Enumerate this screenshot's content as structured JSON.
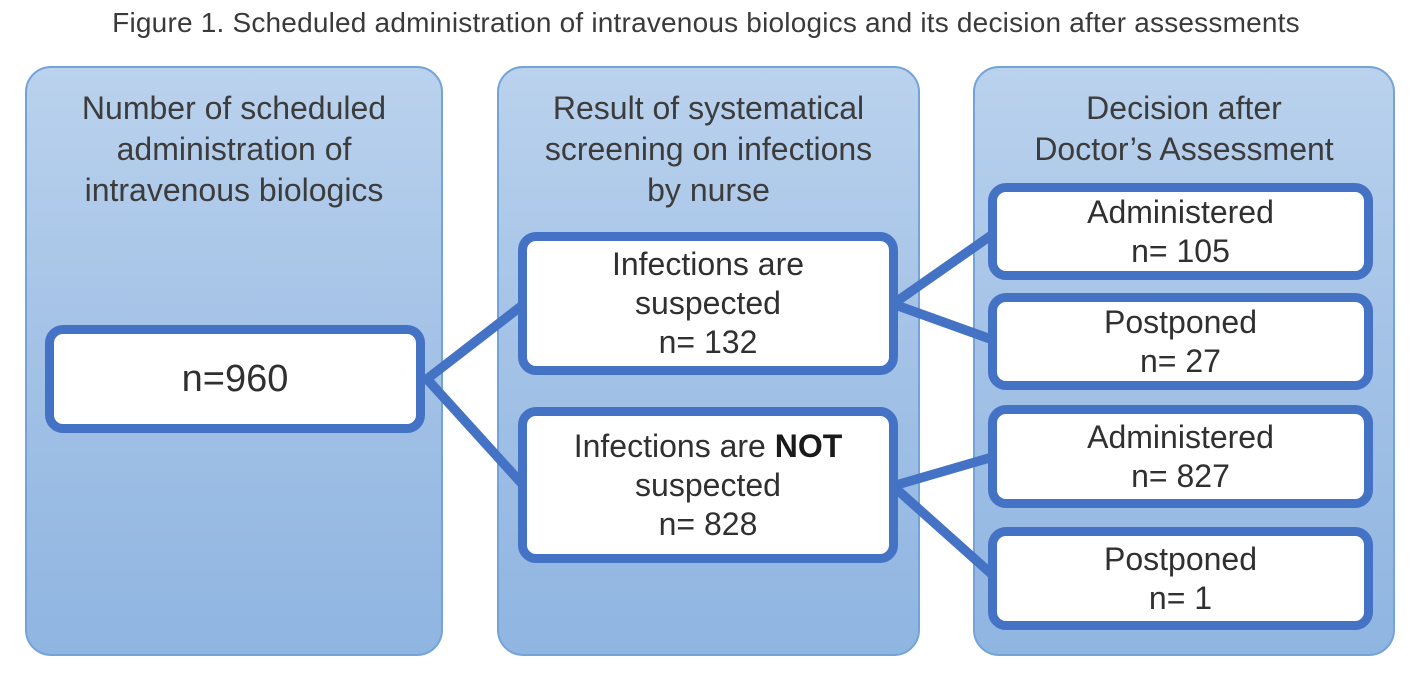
{
  "caption": "Figure 1. Scheduled administration of intravenous biologics and its decision after assessments",
  "panels": [
    {
      "id": "scheduled",
      "title_lines": [
        "Number of scheduled",
        "administration of",
        "intravenous biologics"
      ]
    },
    {
      "id": "screening",
      "title_lines": [
        "Result of systematical",
        "screening on infections",
        "by nurse"
      ]
    },
    {
      "id": "decision",
      "title_lines": [
        "Decision after",
        "Doctor’s Assessment"
      ]
    }
  ],
  "nodes": {
    "total": {
      "label": "n=960"
    },
    "suspected": {
      "lines": [
        "Infections are",
        "suspected",
        "n= 132"
      ]
    },
    "not_suspected": {
      "pre": "Infections are ",
      "bold": "NOT",
      "line2": "suspected",
      "n": "n= 828"
    },
    "administered_after_suspected": {
      "lines": [
        "Administered",
        "n= 105"
      ]
    },
    "postponed_after_suspected": {
      "lines": [
        "Postponed",
        "n= 27"
      ]
    },
    "administered_after_not_suspected": {
      "lines": [
        "Administered",
        "n= 827"
      ]
    },
    "postponed_after_not_suspected": {
      "lines": [
        "Postponed",
        "n= 1"
      ]
    }
  },
  "colors": {
    "panel_fill_top": "#bad2ed",
    "panel_fill_bottom": "#8fb5e1",
    "panel_border": "#74a3d8",
    "node_border": "#4472c4",
    "connector": "#4472c4",
    "text": "#303030"
  }
}
